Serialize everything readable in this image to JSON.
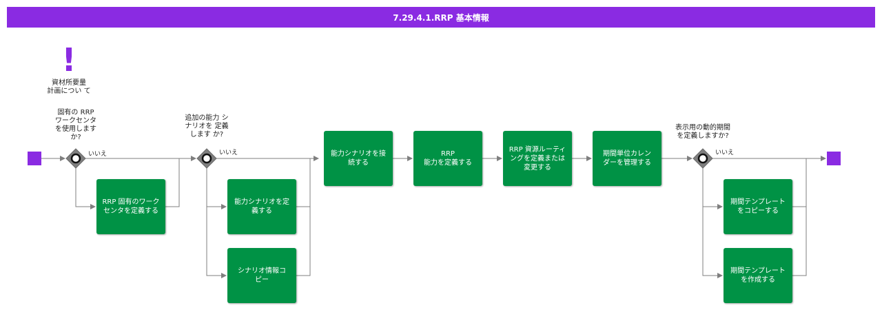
{
  "title": "7.29.4.1.RRP 基本情報",
  "note": {
    "icon": "exclamation-icon",
    "text": "資材所要量\n計画につい て"
  },
  "gateways": [
    {
      "question": "固有の RRP\nワークセンタ\nを使用します\nか?",
      "no_label": "いいえ"
    },
    {
      "question": "追加の能力 シ\nナリオを 定義\nします か?",
      "no_label": "いいえ"
    },
    {
      "question": "表示用の動的期間\nを定義しますか?",
      "no_label": "いいえ"
    }
  ],
  "tasks": {
    "define_workcenter": "RRP 固有のワーク\nセンタを定義する",
    "define_scenario": "能力シナリオを定\n義する",
    "copy_scenario": "シナリオ情報コ\nピー",
    "connect_scenario": "能力シナリオを接\n続する",
    "define_capacity": "RRP\n能力を定義する",
    "define_routing": "RRP 資源ルーティ\nングを定義または\n変更する",
    "manage_calendar": "期間単位カレン\nダーを管理する",
    "copy_template": "期間テンプレート\nをコピーする",
    "create_template": "期間テンプレート\nを作成する"
  },
  "colors": {
    "banner": "#8a2be2",
    "task": "#009245",
    "terminal": "#8a2be2",
    "gateway": "#7f7f7f",
    "connector": "#7f7f7f"
  }
}
